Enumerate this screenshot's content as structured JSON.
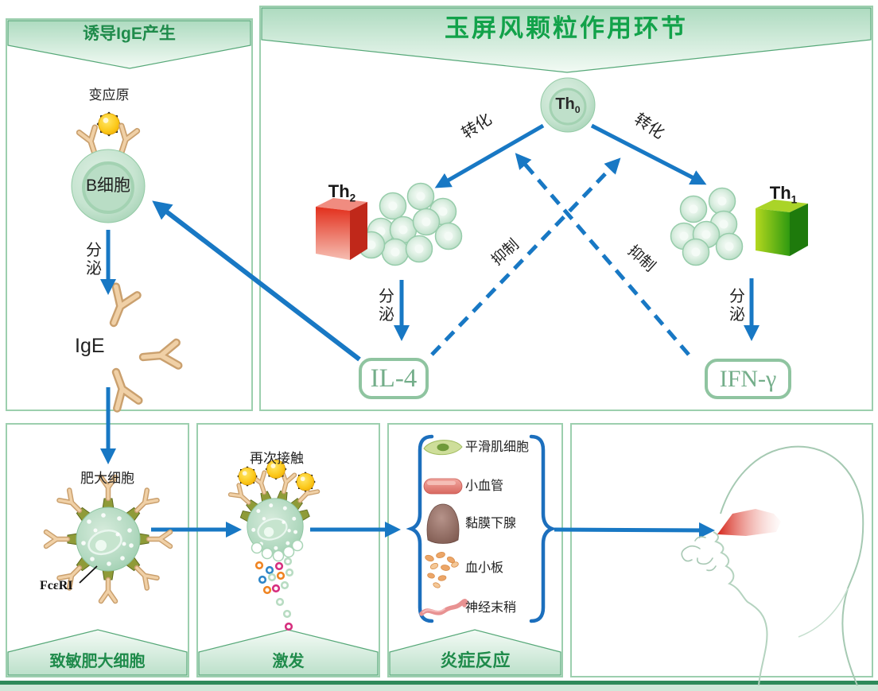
{
  "colors": {
    "arrow_blue": "#1878C4",
    "title_green": "#12A24A",
    "banner_text_green": "#1C7A45",
    "panel_border_green": "#9CCFAE",
    "th2_box_red": "#E03522",
    "th1_box_green": "#3FA814",
    "cytokine_text_green": "#74AE8A",
    "allergen_yellow": "#F5C400",
    "antibody_tan": "#F0D0A6"
  },
  "top_left_panel": {
    "banner": "诱导IgE产生",
    "allergen_label": "变应原",
    "b_cell_label": "B细胞",
    "secrete_label": "分泌",
    "ige_label": "IgE"
  },
  "mechanism_panel": {
    "banner": "玉屏风颗粒作用环节",
    "th0": {
      "base": "Th",
      "sub": "0"
    },
    "th2": {
      "base": "Th",
      "sub": "2"
    },
    "th1": {
      "base": "Th",
      "sub": "1"
    },
    "convert_label": "转化",
    "inhibit_label": "抑制",
    "secrete_label": "分泌",
    "il4_label": "IL-4",
    "ifng_label": "IFN-γ"
  },
  "sensitize_panel": {
    "mast_cell_label": "肥大细胞",
    "receptor_label": "FcεRI",
    "banner": "致敏肥大细胞"
  },
  "trigger_panel": {
    "recontact_label": "再次接触",
    "banner": "激发"
  },
  "inflammation_panel": {
    "targets": [
      "平滑肌细胞",
      "小血管",
      "黏膜下腺",
      "血小板",
      "神经末稍"
    ],
    "banner": "炎症反应"
  }
}
